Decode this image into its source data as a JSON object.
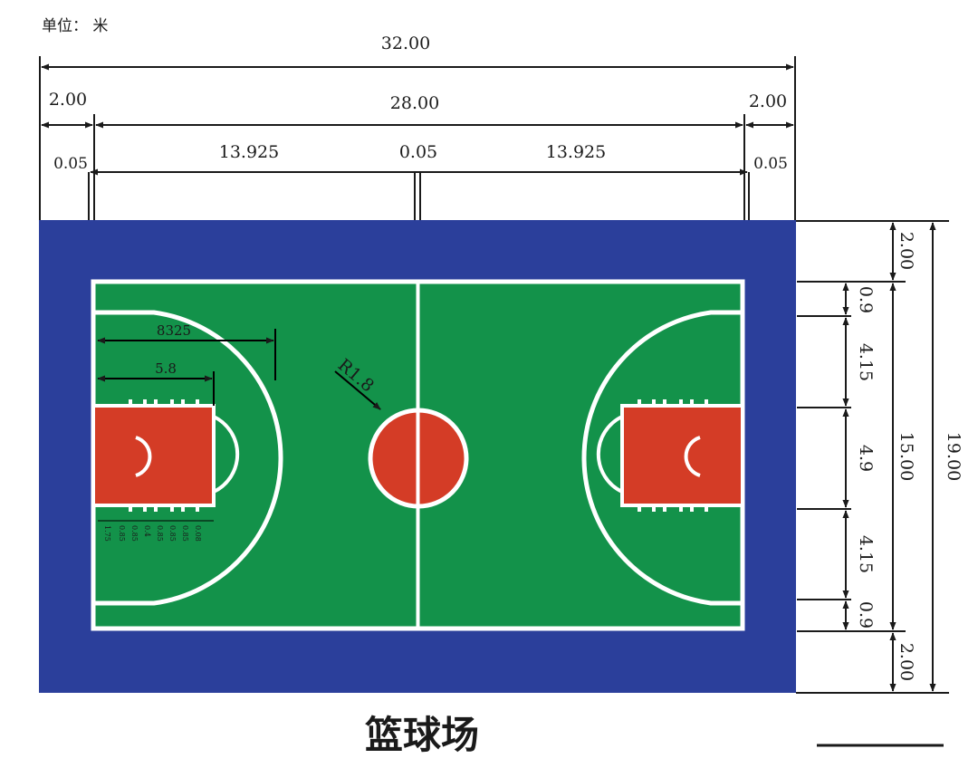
{
  "unit_label": "单位： 米",
  "title": "篮球场",
  "colors": {
    "surround": "#2b3f9b",
    "court": "#13924a",
    "paint": "#d43c26",
    "line": "#ffffff",
    "ink": "#1a1a1a"
  },
  "top_dims": {
    "total": "32.00",
    "left_margin": "2.00",
    "court_length": "28.00",
    "right_margin": "2.00",
    "left_line": "0.05",
    "left_half": "13.925",
    "center_line": "0.05",
    "right_half": "13.925",
    "right_line": "0.05"
  },
  "right_dims": {
    "top_margin": "2.00",
    "seg1": "0.9",
    "seg2": "4.15",
    "seg3": "4.9",
    "seg4": "4.15",
    "seg5": "0.9",
    "court_width": "15.00",
    "bottom_margin": "2.00",
    "total": "19.00"
  },
  "court_labels": {
    "three_point_dist": "8325",
    "paint_length": "5.8",
    "center_radius": "R1.8",
    "lane_marks": [
      "1.75",
      "0.85",
      "0.85",
      "0.4",
      "0.85",
      "0.85",
      "0.85",
      "0.08"
    ]
  }
}
